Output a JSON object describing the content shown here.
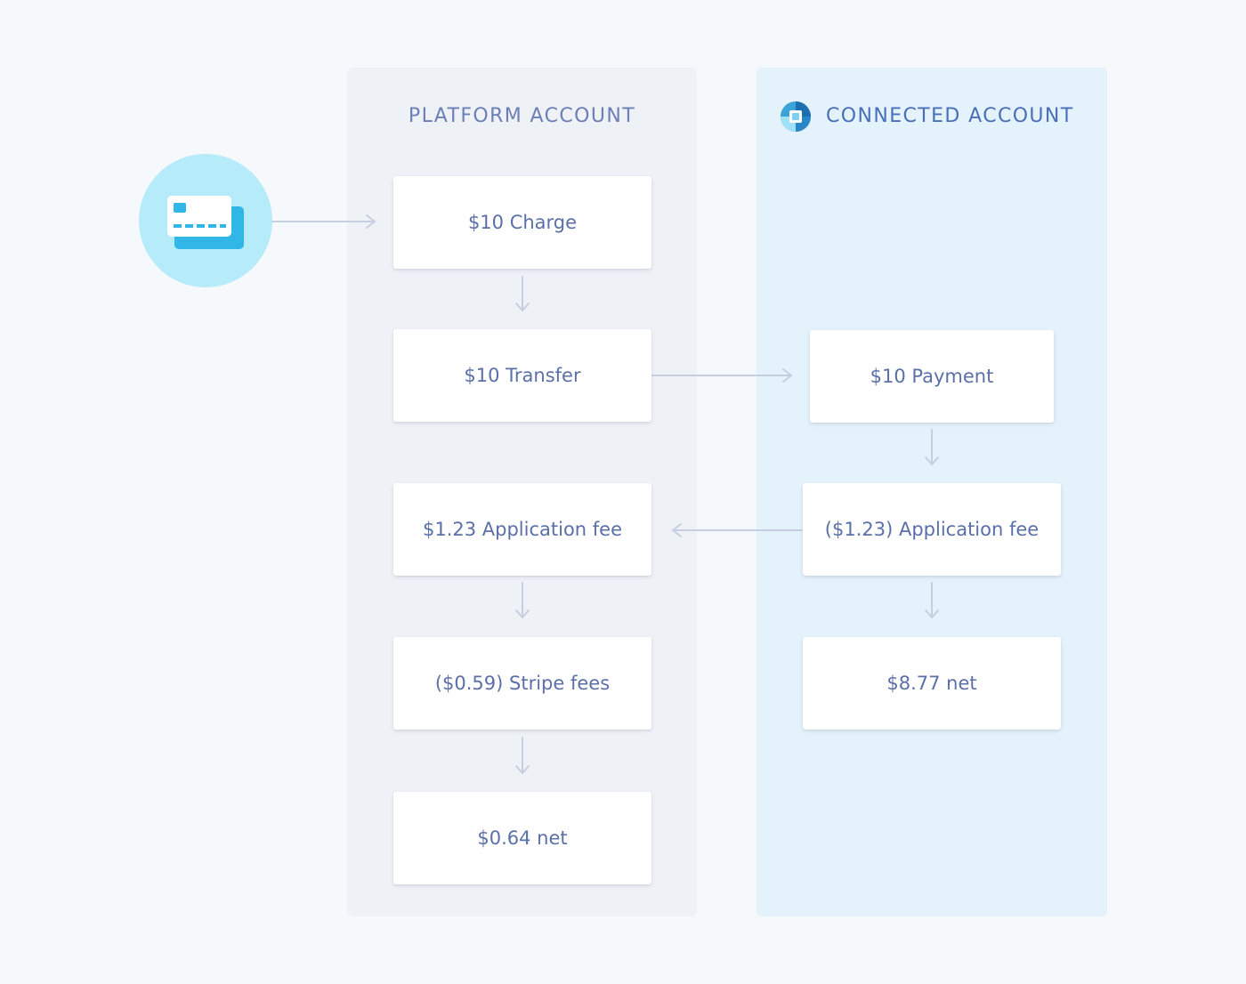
{
  "columns": {
    "platform": {
      "title": "PLATFORM ACCOUNT"
    },
    "connected": {
      "title": "CONNECTED ACCOUNT"
    }
  },
  "platform_boxes": {
    "charge": "$10 Charge",
    "transfer": "$10 Transfer",
    "application_fee": "$1.23 Application fee",
    "stripe_fees": "($0.59) Stripe fees",
    "net": "$0.64 net"
  },
  "connected_boxes": {
    "payment": "$10 Payment",
    "application_fee": "($1.23) Application fee",
    "net": "$8.77 net"
  },
  "icons": {
    "card": "credit-card-icon",
    "connected": "connected-account-icon"
  },
  "colors": {
    "background": "#f6f9fc",
    "platform_column": "#eef2f7",
    "connected_column": "#e4f2fb",
    "box_text": "#5b6fa8",
    "card_circle": "#b6ebf9",
    "card_accent": "#31b6e8",
    "arrow": "#c5cfe0"
  }
}
